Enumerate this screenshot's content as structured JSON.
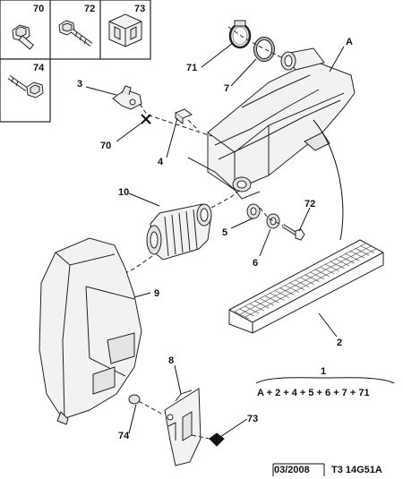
{
  "fastener_panel": {
    "items": [
      {
        "id": "70",
        "label": "70",
        "icon": "hex-bolt-icon"
      },
      {
        "id": "72",
        "label": "72",
        "icon": "hex-bolt-icon"
      },
      {
        "id": "73",
        "label": "73",
        "icon": "clip-nut-icon"
      },
      {
        "id": "74",
        "label": "74",
        "icon": "hex-bolt-icon"
      }
    ]
  },
  "callouts": {
    "A": "A",
    "c1": "1",
    "c2": "2",
    "c3": "3",
    "c4": "4",
    "c5": "5",
    "c6": "6",
    "c7": "7",
    "c8": "8",
    "c9": "9",
    "c10": "10",
    "c70": "70",
    "c71": "71",
    "c72": "72",
    "c73": "73",
    "c74": "74"
  },
  "assembly_formula": "A + 2 + 4 + 5 + 6 + 7 + 71",
  "footer": {
    "date": "03/2008",
    "reference": "T3 14G51A"
  }
}
